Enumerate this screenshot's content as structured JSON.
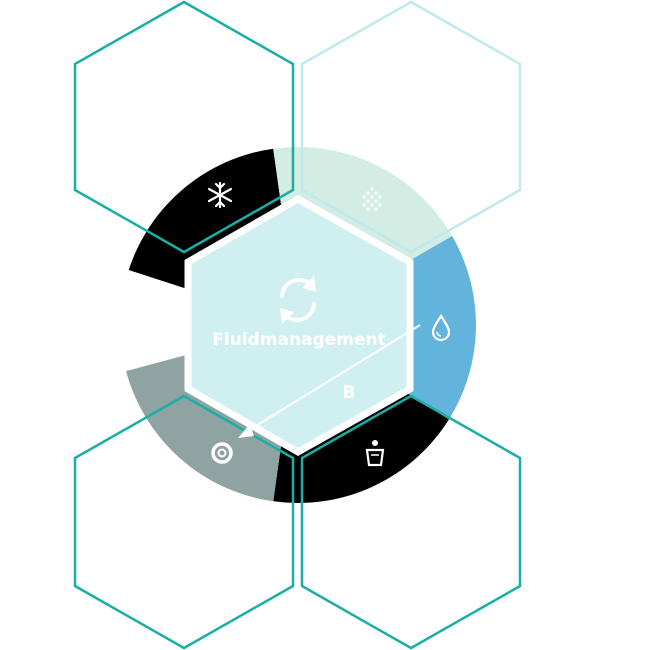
{
  "diagram": {
    "center": {
      "label": "Fluidmanagement",
      "icon": "recycle-arrows-icon"
    },
    "marker": "B",
    "ring_segments": [
      {
        "id": "cooling",
        "icon": "snowflake-icon",
        "color": "#000000"
      },
      {
        "id": "filter",
        "icon": "dots-grid-icon",
        "color": "#d3ece4"
      },
      {
        "id": "water",
        "icon": "water-drop-icon",
        "color": "#63b4dd"
      },
      {
        "id": "disposal",
        "icon": "waste-bin-icon",
        "color": "#000000"
      },
      {
        "id": "support",
        "icon": "lifebuoy-icon",
        "color": "#8fa3a3"
      }
    ],
    "colors": {
      "outline_teal": "#1aaea6",
      "outline_light": "#bfe9ec",
      "center_fill": "#d0eff1",
      "white": "#ffffff"
    }
  }
}
